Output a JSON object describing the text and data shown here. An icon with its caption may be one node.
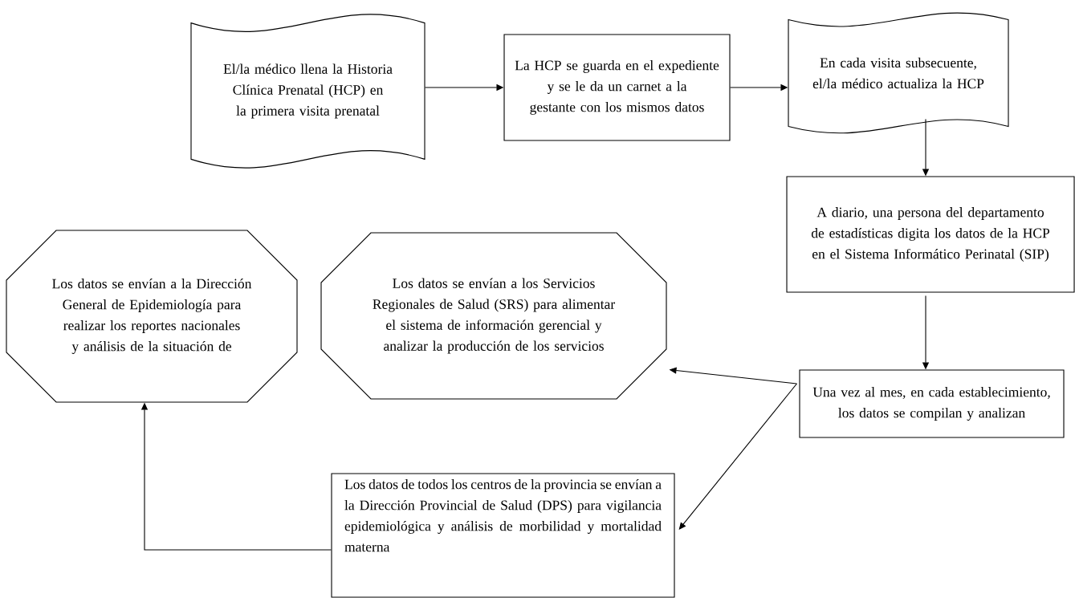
{
  "diagram": {
    "nodes": [
      {
        "text": [
          "El/la médico llena la Historia Clínica Prenatal (HCP) en la primera visita prenatal"
        ]
      },
      {
        "text": [
          "La HCP se guarda en el expediente y se le da un carnet a la gestante con los mismos datos"
        ]
      },
      {
        "text": [
          "En cada visita subsecuente, el/la médico actualiza la HCP"
        ]
      },
      {
        "text": [
          "A diario, una persona del departamento de estadísticas digita los datos de la HCP en el Sistema Informático Perinatal (SIP)"
        ]
      },
      {
        "text": [
          "Los datos se envían a la Dirección General de Epidemiología para realizar los reportes nacionales y análisis de la situación de"
        ]
      },
      {
        "text": [
          "Los datos se envían a los Servicios Regionales de Salud (SRS) para alimentar el sistema de información gerencial y analizar la producción de los servicios"
        ]
      },
      {
        "text": [
          "Una vez al mes, en cada establecimiento, los datos se compilan y analizan"
        ]
      },
      {
        "text": [
          "Los datos de todos los centros de la provincia se envían a la Dirección Provincial de Salud (DPS) para vigilancia epidemiológica y análisis de morbilidad y mortalidad materna"
        ]
      }
    ],
    "edges": [
      {
        "from": 0,
        "to": 1,
        "arrow": "to"
      },
      {
        "from": 1,
        "to": 2,
        "arrow": "to"
      },
      {
        "from": 2,
        "to": 3,
        "arrow": "to"
      },
      {
        "from": 3,
        "to": 6,
        "arrow": "to"
      },
      {
        "from": 6,
        "to": 5,
        "arrow": "to"
      },
      {
        "from": 6,
        "to": 7,
        "arrow": "to"
      },
      {
        "from": 7,
        "to": 4,
        "arrow": "to"
      }
    ]
  }
}
